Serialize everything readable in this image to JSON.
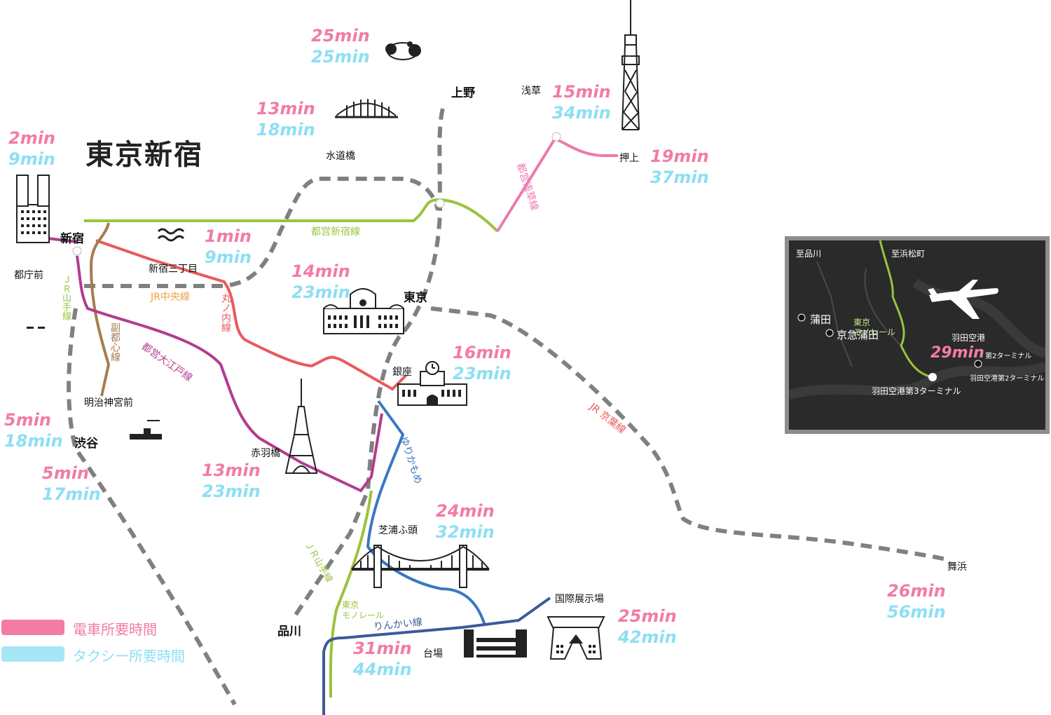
{
  "title": "東京新宿",
  "colors": {
    "train_time": "#f27ca6",
    "taxi_time": "#8ddff4",
    "jr_lines": "#808080",
    "toei_shinjuku": "#9ac33e",
    "toei_oedo": "#b23d8f",
    "marunouchi": "#e85a5c",
    "fukutoshin": "#a67c52",
    "toei_asakusa": "#ec7aae",
    "yurikamome": "#3b78c1",
    "rinkai": "#3c5a9c",
    "monorail": "#9ac33e",
    "inset_bg": "#2a2a2a",
    "inset_border": "#8d8d8d"
  },
  "stations": {
    "shinjuku": "新宿",
    "tochomae": "都庁前",
    "shinjuku_sanchome": "新宿三丁目",
    "meiji_jingumae": "明治神宮前",
    "shibuya": "渋谷",
    "akabanebashi": "赤羽橋",
    "suidobashi": "水道橋",
    "ueno": "上野",
    "asakusa": "浅草",
    "oshiage": "押上",
    "tokyo": "東京",
    "ginza": "銀座",
    "shibaura_futo": "芝浦ふ頭",
    "shinagawa": "品川",
    "daiba": "台場",
    "kokusai_tenjijo": "国際展示場",
    "maihama": "舞浜"
  },
  "lines": {
    "toei_shinjuku": "都営新宿線",
    "jr_chuo": "JR中央線",
    "jr_yamanote_west": "ＪＲ山手線",
    "fukutoshin": "副都心線",
    "toei_oedo": "都営大江戸線",
    "marunouchi": "丸ノ内線",
    "toei_asakusa": "都営浅草線",
    "jr_keiyo": "JR 京葉線",
    "yurikamome": "ゆりかもめ",
    "jr_yamanote_east": "ＪＲ山手線",
    "tokyo_monorail": "東京\nモノレール",
    "rinkai": "りんかい線"
  },
  "times": {
    "shinjuku": {
      "train": "2min",
      "taxi": "9min"
    },
    "shinjuku_sanchome": {
      "train": "1min",
      "taxi": "9min"
    },
    "shibuya_a": {
      "train": "5min",
      "taxi": "18min"
    },
    "shibuya_b": {
      "train": "5min",
      "taxi": "17min"
    },
    "suidobashi": {
      "train": "13min",
      "taxi": "18min"
    },
    "ueno": {
      "train": "25min",
      "taxi": "25min"
    },
    "asakusa": {
      "train": "15min",
      "taxi": "34min"
    },
    "oshiage": {
      "train": "19min",
      "taxi": "37min"
    },
    "tokyo": {
      "train": "14min",
      "taxi": "23min"
    },
    "ginza": {
      "train": "16min",
      "taxi": "23min"
    },
    "akabanebashi": {
      "train": "13min",
      "taxi": "23min"
    },
    "shibaura_futo": {
      "train": "24min",
      "taxi": "32min"
    },
    "daiba": {
      "train": "31min",
      "taxi": "44min"
    },
    "kokusai_tenjijo": {
      "train": "25min",
      "taxi": "42min"
    },
    "maihama": {
      "train": "26min",
      "taxi": "56min"
    }
  },
  "inset": {
    "to_shinagawa": "至品川",
    "to_hamamatsucho": "至浜松町",
    "kamata": "蒲田",
    "keikyu_kamata": "京急蒲田",
    "monorail": "東京\nモノレール",
    "airport": "羽田空港",
    "airport_time": "29min",
    "terminal2": "第2ターミナル",
    "terminal2_keikyu": "羽田空港第2ターミナル",
    "terminal3": "羽田空港第3ターミナル"
  },
  "legend": {
    "train": "電車所要時間",
    "taxi": "タクシー所要時間"
  }
}
